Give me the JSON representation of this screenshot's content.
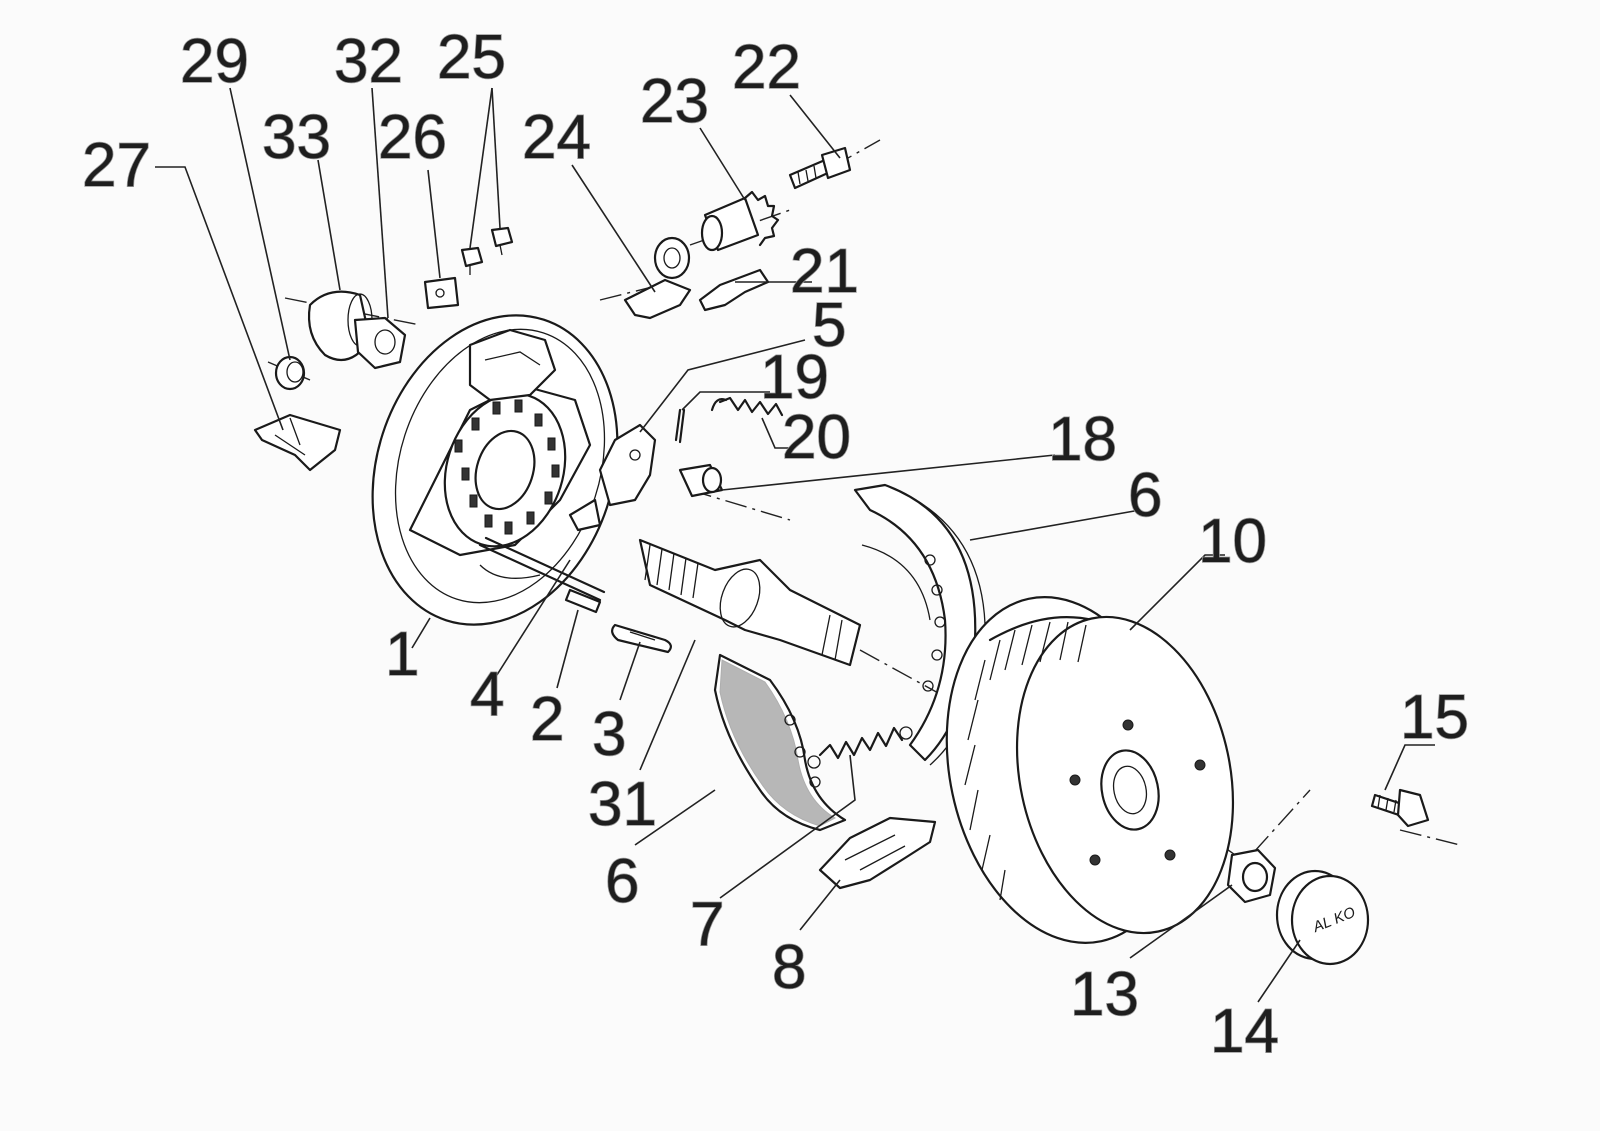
{
  "diagram": {
    "callouts": [
      "29",
      "32",
      "25",
      "22",
      "23",
      "33",
      "26",
      "24",
      "27",
      "21",
      "5",
      "19",
      "20",
      "18",
      "6",
      "10",
      "1",
      "4",
      "2",
      "3",
      "31",
      "6",
      "7",
      "8",
      "15",
      "13",
      "14"
    ],
    "cap_brand_text": "AL KO"
  },
  "colors": {
    "line": "#1a1a1a",
    "label_shadow": "#9a9a9a",
    "background": "#fbfbfb"
  }
}
